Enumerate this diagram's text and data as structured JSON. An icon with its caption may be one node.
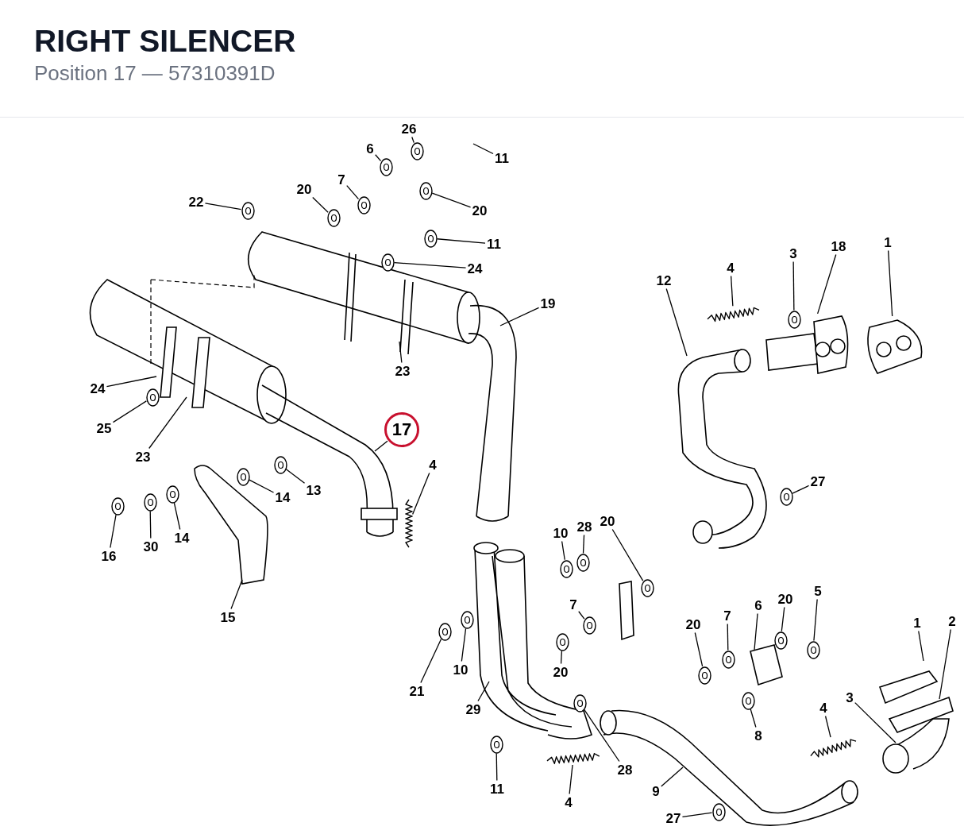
{
  "diagram": {
    "title": "RIGHT SILENCER",
    "caption": "Position 17 — 57310391D",
    "nodes": [
      {
        "text": [
          "26"
        ]
      },
      {
        "text": [
          "6"
        ]
      },
      {
        "text": [
          "11"
        ]
      },
      {
        "text": [
          "7"
        ]
      },
      {
        "text": [
          "20"
        ]
      },
      {
        "text": [
          "20"
        ]
      },
      {
        "text": [
          "22"
        ]
      },
      {
        "text": [
          "11"
        ]
      },
      {
        "text": [
          "24"
        ]
      },
      {
        "text": [
          "12"
        ]
      },
      {
        "text": [
          "4"
        ]
      },
      {
        "text": [
          "3"
        ]
      },
      {
        "text": [
          "18"
        ]
      },
      {
        "text": [
          "1"
        ]
      },
      {
        "text": [
          "19"
        ]
      },
      {
        "text": [
          "23"
        ]
      },
      {
        "text": [
          "24"
        ]
      },
      {
        "text": [
          "25"
        ]
      },
      {
        "text": [
          "23"
        ]
      },
      {
        "text": [
          "17"
        ]
      },
      {
        "text": [
          "4"
        ]
      },
      {
        "text": [
          "14"
        ]
      },
      {
        "text": [
          "13"
        ]
      },
      {
        "text": [
          "16"
        ]
      },
      {
        "text": [
          "30"
        ]
      },
      {
        "text": [
          "14"
        ]
      },
      {
        "text": [
          "15"
        ]
      },
      {
        "text": [
          "27"
        ]
      },
      {
        "text": [
          "10"
        ]
      },
      {
        "text": [
          "28"
        ]
      },
      {
        "text": [
          "20"
        ]
      },
      {
        "text": [
          "7"
        ]
      },
      {
        "text": [
          "21"
        ]
      },
      {
        "text": [
          "10"
        ]
      },
      {
        "text": [
          "20"
        ]
      },
      {
        "text": [
          "29"
        ]
      },
      {
        "text": [
          "20"
        ]
      },
      {
        "text": [
          "7"
        ]
      },
      {
        "text": [
          "6"
        ]
      },
      {
        "text": [
          "20"
        ]
      },
      {
        "text": [
          "5"
        ]
      },
      {
        "text": [
          "1"
        ]
      },
      {
        "text": [
          "2"
        ]
      },
      {
        "text": [
          "8"
        ]
      },
      {
        "text": [
          "4"
        ]
      },
      {
        "text": [
          "3"
        ]
      },
      {
        "text": [
          "11"
        ]
      },
      {
        "text": [
          "4"
        ]
      },
      {
        "text": [
          "28"
        ]
      },
      {
        "text": [
          "9"
        ]
      },
      {
        "text": [
          "27"
        ]
      },
      {
        "text": [],
        "shape": "picture"
      },
      {
        "text": [],
        "shape": "picture"
      },
      {
        "text": [],
        "shape": "picture"
      },
      {
        "text": [],
        "shape": "picture"
      },
      {
        "text": [],
        "shape": "picture"
      },
      {
        "text": [],
        "shape": "picture"
      },
      {
        "text": [],
        "shape": "picture"
      },
      {
        "text": [],
        "shape": "picture"
      },
      {
        "text": [],
        "shape": "picture"
      },
      {
        "text": [],
        "shape": "picture"
      },
      {
        "text": [],
        "shape": "picture"
      },
      {
        "text": [],
        "shape": "picture"
      },
      {
        "text": [],
        "shape": "picture"
      },
      {
        "text": [],
        "shape": "picture"
      },
      {
        "text": [],
        "shape": "picture"
      },
      {
        "text": [],
        "shape": "picture"
      },
      {
        "text": [],
        "shape": "picture"
      },
      {
        "text": [],
        "shape": "picture"
      },
      {
        "text": [],
        "shape": "picture"
      },
      {
        "text": [],
        "shape": "picture"
      },
      {
        "text": [],
        "shape": "picture"
      },
      {
        "text": [],
        "shape": "picture"
      },
      {
        "text": [],
        "shape": "picture"
      },
      {
        "text": [],
        "shape": "picture"
      },
      {
        "text": [],
        "shape": "picture"
      },
      {
        "text": [],
        "shape": "picture"
      },
      {
        "text": [],
        "shape": "picture"
      },
      {
        "text": [],
        "shape": "picture"
      },
      {
        "text": [],
        "shape": "picture"
      },
      {
        "text": [],
        "shape": "picture"
      },
      {
        "text": [],
        "shape": "picture"
      },
      {
        "text": [],
        "shape": "picture"
      },
      {
        "text": [],
        "shape": "picture"
      },
      {
        "text": [],
        "shape": "picture"
      },
      {
        "text": [],
        "shape": "picture"
      },
      {
        "text": [],
        "shape": "picture"
      },
      {
        "text": [],
        "shape": "picture"
      }
    ],
    "edges": [
      {
        "from": 0,
        "to": 62,
        "arrow": "none"
      },
      {
        "from": 1,
        "to": 60,
        "arrow": "none"
      },
      {
        "from": 2,
        "to": null,
        "arrow": "none"
      },
      {
        "from": 3,
        "to": 59,
        "arrow": "none"
      },
      {
        "from": 4,
        "to": 58,
        "arrow": "none"
      },
      {
        "from": 5,
        "to": 63,
        "arrow": "none"
      },
      {
        "from": 6,
        "to": 56,
        "arrow": "none"
      },
      {
        "from": 7,
        "to": 64,
        "arrow": "none"
      },
      {
        "from": 8,
        "to": 61,
        "arrow": "none"
      },
      {
        "from": 9,
        "to": null,
        "arrow": "none"
      },
      {
        "from": 10,
        "to": 84,
        "arrow": "none"
      },
      {
        "from": 11,
        "to": 80,
        "arrow": "none"
      },
      {
        "from": 12,
        "to": 86,
        "arrow": "none"
      },
      {
        "from": 13,
        "to": 87,
        "arrow": "none"
      },
      {
        "from": 14,
        "to": null,
        "arrow": "none"
      },
      {
        "from": 15,
        "to": null,
        "arrow": "none"
      },
      {
        "from": 16,
        "to": null,
        "arrow": "none"
      },
      {
        "from": 17,
        "to": 53,
        "arrow": "none"
      },
      {
        "from": 18,
        "to": null,
        "arrow": "none"
      },
      {
        "from": 19,
        "to": null,
        "arrow": "none"
      },
      {
        "from": 20,
        "to": 82,
        "arrow": "none"
      },
      {
        "from": 21,
        "to": 55,
        "arrow": "none"
      },
      {
        "from": 22,
        "to": 57,
        "arrow": "none"
      },
      {
        "from": 23,
        "to": 51,
        "arrow": "none"
      },
      {
        "from": 24,
        "to": 52,
        "arrow": "none"
      },
      {
        "from": 25,
        "to": 54,
        "arrow": "none"
      },
      {
        "from": 26,
        "to": null,
        "arrow": "none"
      },
      {
        "from": 27,
        "to": 79,
        "arrow": "none"
      },
      {
        "from": 28,
        "to": 69,
        "arrow": "none"
      },
      {
        "from": 29,
        "to": 71,
        "arrow": "none"
      },
      {
        "from": 30,
        "to": 73,
        "arrow": "none"
      },
      {
        "from": 31,
        "to": 72,
        "arrow": "none"
      },
      {
        "from": 32,
        "to": 65,
        "arrow": "none"
      },
      {
        "from": 33,
        "to": 66,
        "arrow": "none"
      },
      {
        "from": 34,
        "to": 68,
        "arrow": "none"
      },
      {
        "from": 35,
        "to": null,
        "arrow": "none"
      },
      {
        "from": 36,
        "to": 74,
        "arrow": "none"
      },
      {
        "from": 37,
        "to": 76,
        "arrow": "none"
      },
      {
        "from": 38,
        "to": null,
        "arrow": "none"
      },
      {
        "from": 39,
        "to": 78,
        "arrow": "none"
      },
      {
        "from": 40,
        "to": 81,
        "arrow": "none"
      },
      {
        "from": 41,
        "to": null,
        "arrow": "none"
      },
      {
        "from": 42,
        "to": null,
        "arrow": "none"
      },
      {
        "from": 43,
        "to": 77,
        "arrow": "none"
      },
      {
        "from": 44,
        "to": 85,
        "arrow": "none"
      },
      {
        "from": 45,
        "to": null,
        "arrow": "none"
      },
      {
        "from": 46,
        "to": 67,
        "arrow": "none"
      },
      {
        "from": 47,
        "to": 83,
        "arrow": "none"
      },
      {
        "from": 48,
        "to": 70,
        "arrow": "none"
      },
      {
        "from": 49,
        "to": null,
        "arrow": "none"
      },
      {
        "from": 50,
        "to": 75,
        "arrow": "none"
      }
    ]
  }
}
